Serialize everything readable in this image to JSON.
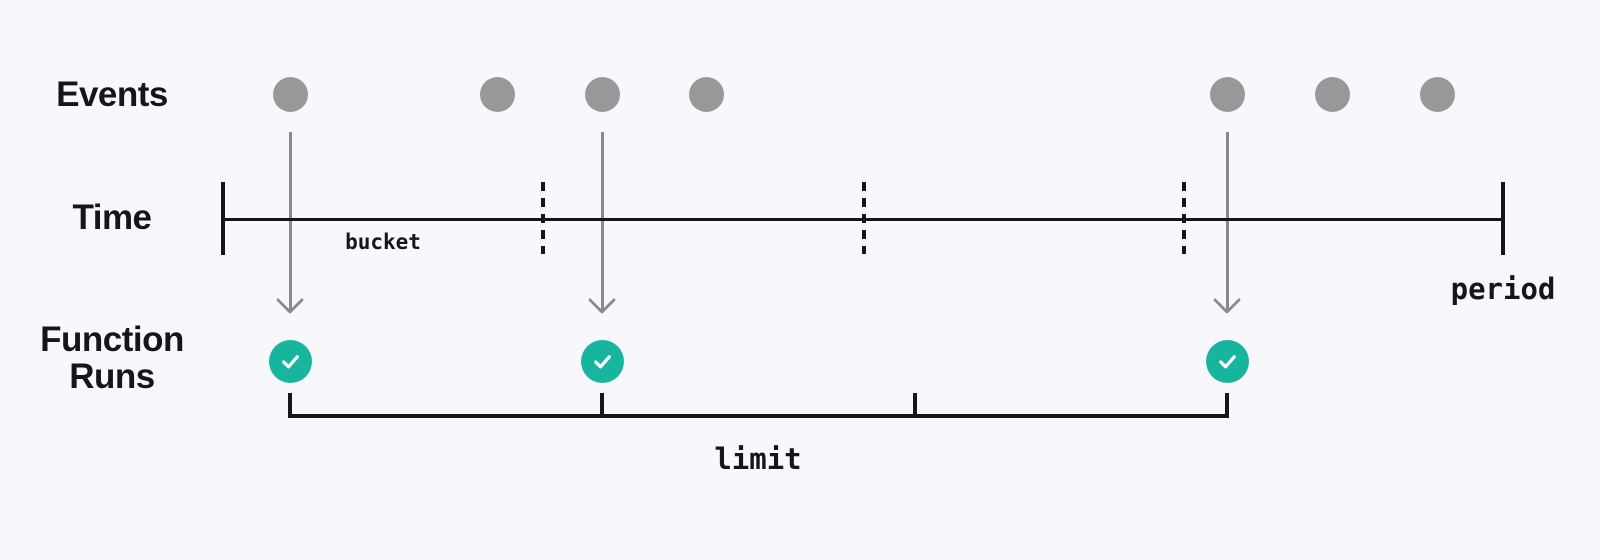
{
  "labels": {
    "events": "Events",
    "time": "Time",
    "function_runs_line1": "Function",
    "function_runs_line2": "Runs",
    "bucket": "bucket",
    "period": "period",
    "limit": "limit"
  },
  "colors": {
    "background": "#f8f8fc",
    "ink": "#15151c",
    "gray": "#98989a",
    "arrow": "#8a8a8d",
    "teal": "#18b59e",
    "check": "#ffffff"
  },
  "diagram": {
    "event_count": 7,
    "function_run_count": 3,
    "bucket_count": 4,
    "limit_segment_count": 3
  }
}
